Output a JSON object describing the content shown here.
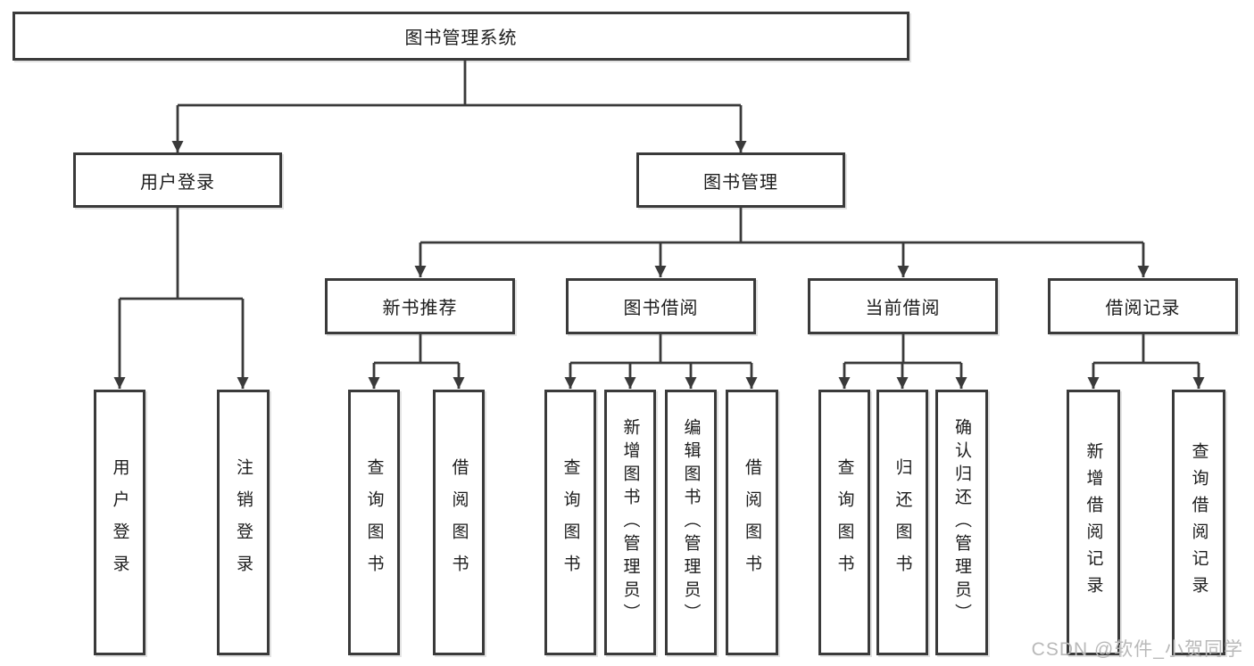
{
  "diagram": {
    "root": {
      "label": "图书管理系统"
    },
    "branches": [
      {
        "label": "用户登录",
        "children": [
          {
            "label": "用户登录"
          },
          {
            "label": "注销登录"
          }
        ]
      },
      {
        "label": "图书管理",
        "modules": [
          {
            "label": "新书推荐",
            "children": [
              {
                "label": "查询图书"
              },
              {
                "label": "借阅图书"
              }
            ]
          },
          {
            "label": "图书借阅",
            "children": [
              {
                "label": "查询图书"
              },
              {
                "label": "新增图书（管理员）"
              },
              {
                "label": "编辑图书（管理员）"
              },
              {
                "label": "借阅图书"
              }
            ]
          },
          {
            "label": "当前借阅",
            "children": [
              {
                "label": "查询图书"
              },
              {
                "label": "归还图书"
              },
              {
                "label": "确认归还（管理员）"
              }
            ]
          },
          {
            "label": "借阅记录",
            "children": [
              {
                "label": "新增借阅记录"
              },
              {
                "label": "查询借阅记录"
              }
            ]
          }
        ]
      }
    ]
  },
  "watermark": {
    "text": "CSDN @软件_小贺同学"
  },
  "colors": {
    "line": "#3a3a3a",
    "box_border": "#3a3a3a",
    "box_fill": "#ffffff",
    "text": "#1c1c1c",
    "watermark": "#b9b9b9",
    "background": "#ffffff"
  }
}
